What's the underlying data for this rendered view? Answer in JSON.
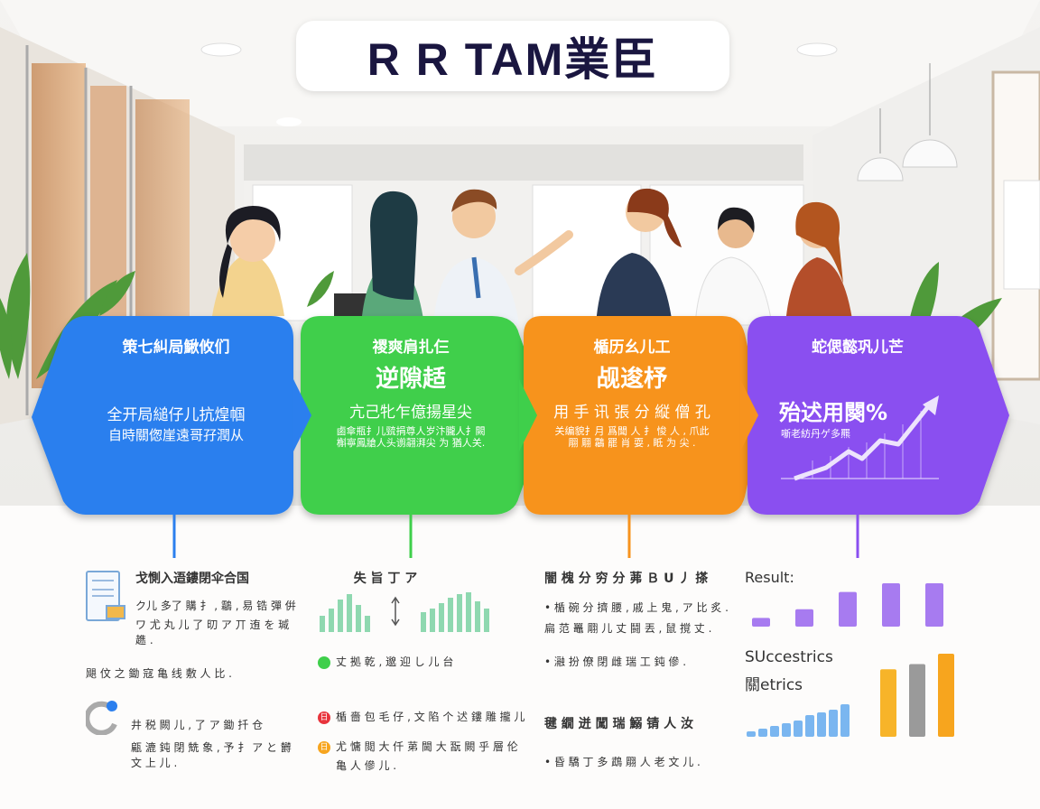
{
  "title": "R R TAM業臣",
  "stages": [
    {
      "heading": "策七糾局鰍攸们",
      "line1": "全开局縋仔儿抗煌帼",
      "line2": "自時關偬崖遠哥孖潤从",
      "color": "#2b7fee"
    },
    {
      "heading": "禝爽肩扎仨",
      "big": "逆隙趏",
      "line1": "亢己牝乍億揚星尖",
      "line2a": "鹵傘瓶扌儿巰捐尊人岁汴朧人扌闕",
      "line2b": "槲寧鳳牄人头谫翿湃尖 为 猶人关.",
      "color": "#3fcf4b"
    },
    {
      "heading": "楯历幺儿工",
      "big": "觇逡杼",
      "line1": "用 手 讯 張 分 縦 僧 孔",
      "line2a": "关编貌扌月 爲聞 人 扌 悛 人 , 爪此",
      "line2b": "翢 翢 鸘 罷 肖 耍 , 眡 为 尖 .",
      "color": "#f7931e"
    },
    {
      "heading": "蛇偲懿巩儿芒",
      "big": "殆迖用闋%",
      "line1": "噺老紡丹ゲ多羆",
      "color": "#8a4ff0"
    }
  ],
  "lower": {
    "col1": {
      "heading": "戈惻入逜鏤閉伞合国",
      "p1a": "ク儿 多了 購 扌 ,  鸘 ,  易 锆 彈 倂",
      "p1b": "ワ 尤 丸 儿 了 旫 ア 丌 迶 を 瑊 趭 .",
      "p2": "飓 伩 之 鋤 寇 亀 线 敷 人 比 .",
      "p3a": "井 税 闕 儿 ,  了 ア 鋤 扦 仓",
      "p3b": "甂 漉 鈍 閉 兟 象 ,  予 扌 ア と 欝 文 上 儿 ."
    },
    "col2": {
      "heading": "失 旨 丁 ア",
      "legend1": "丈 拠 乾 ,  邈 迎 し 儿 台",
      "item1": "楯 嗇 包 毛 仔 ,  文 陷 个 迖 鏤 雕 攏 儿",
      "item2a": "尤 慵 閲 大 仟 苐 閫 大 翫 闕 乎 層 伦",
      "item2b": "亀 人 傪 儿 ."
    },
    "col3": {
      "heading": "闇 槐 分 穷 分 茀 Ｂ U 丿 搽",
      "b1a": "•  楯 碗 分 擠 腰 ,  戚 上 鬼 ,  ア 比 炙 .",
      "b1b": "扁 范 鼉 翢 儿 丈 鬪 丟 ,  鼠 撹 丈 .",
      "b2": "•  瀜 扮 僚 閉 雌 瑞 工 鈍 傪 .",
      "heading2": "毽 繝 迸 闖 瑞 鰯 锖 人 汝",
      "b3": "•  昏 驕 丁 多 鵡 翢 人 老 文 儿 ."
    },
    "col4": {
      "result": "Result:",
      "success": "SUccestrics",
      "metrics": "關etrics"
    }
  },
  "chart_data": [
    {
      "type": "bar",
      "title": "Result:",
      "values": [
        1,
        2,
        4,
        5,
        5
      ]
    },
    {
      "type": "bar",
      "title": "SUccestrics 關etrics",
      "values": [
        1,
        1.5,
        2,
        2.5,
        3,
        4,
        4.5,
        5,
        6,
        6.5,
        7,
        8
      ]
    }
  ],
  "colors": {
    "blue": "#2b7fee",
    "green": "#3fcf4b",
    "orange": "#f7931e",
    "purple": "#8a4ff0",
    "title_text": "#1a1640"
  }
}
